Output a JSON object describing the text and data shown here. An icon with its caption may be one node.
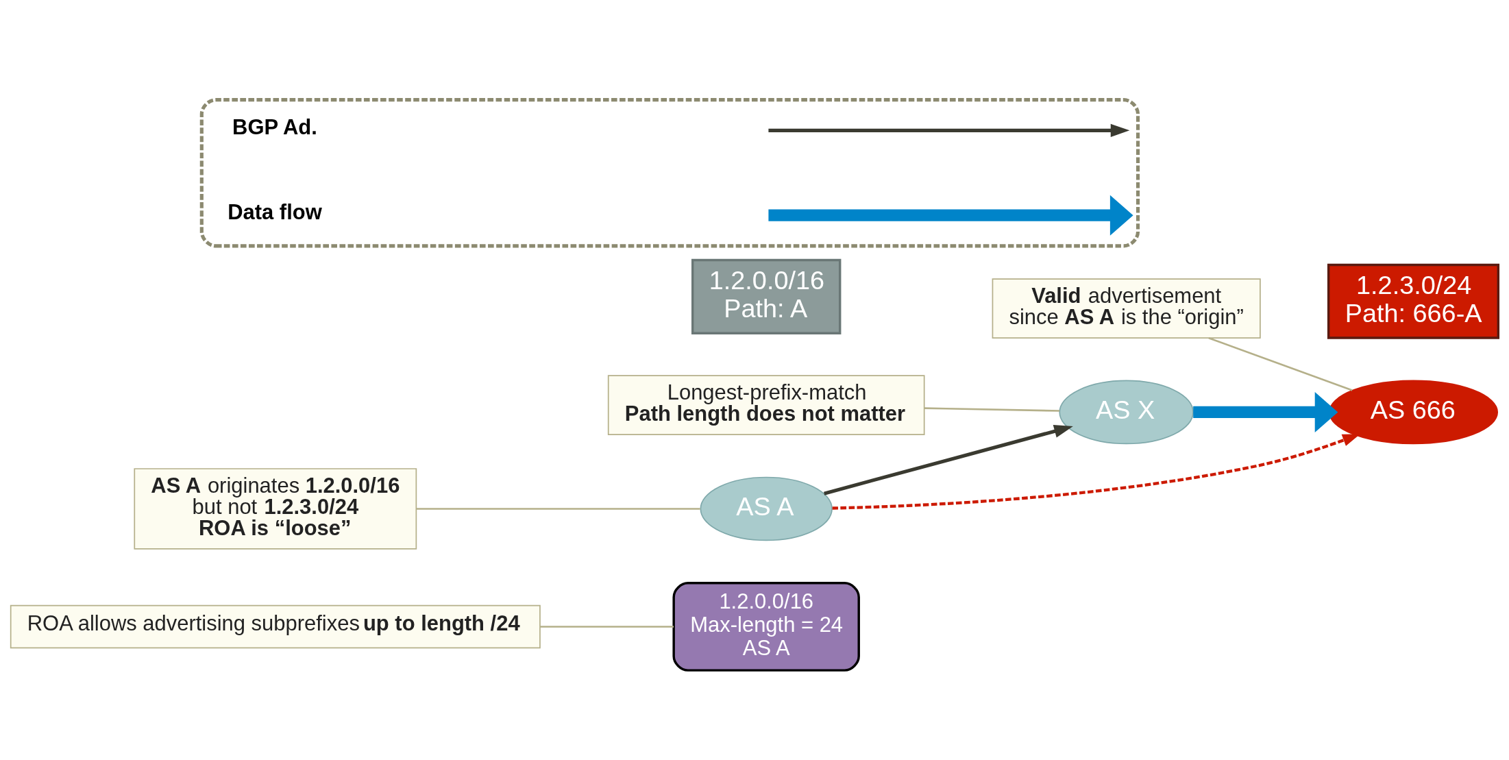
{
  "diagram": {
    "nodes": [
      {
        "text": [
          "1.2.0.0/16",
          "Max-length = 24",
          "AS A"
        ]
      },
      {
        "text": [
          "ROA allows advertising subprefixes **up to length /24**"
        ]
      },
      {
        "text": [
          "AS A"
        ]
      },
      {
        "text": [
          "1.2.0.0/16",
          "Path: A"
        ]
      },
      {
        "text": [
          "**AS A** originates **1.2.0.0/16**",
          "but not **1.2.3.0/24**",
          "**ROA is “loose”**"
        ]
      },
      {
        "text": [
          "AS X"
        ]
      },
      {
        "text": [
          "Longest-prefix-match",
          "**Path length does not matter**"
        ]
      },
      {
        "text": [
          "AS 666"
        ]
      },
      {
        "text": [
          "1.2.3.0/24",
          "Path: 666-A"
        ]
      },
      {
        "text": [
          "**Valid** advertisement",
          "since **AS A** is the “origin”"
        ]
      },
      {
        "text": [],
        "shape": "box"
      }
    ],
    "edges": [
      {
        "from": 1,
        "to": 0,
        "arrow": "none"
      },
      {
        "from": 4,
        "to": 2,
        "arrow": "none"
      },
      {
        "from": 6,
        "to": 5,
        "arrow": "none"
      },
      {
        "from": 9,
        "to": 7,
        "arrow": "none"
      },
      {
        "from": 2,
        "to": 5,
        "arrow": "to",
        "color": "#3a3a30"
      },
      {
        "from": 5,
        "to": 7,
        "arrow": "to",
        "style": "thick",
        "color": "#0084c9"
      },
      {
        "from": 2,
        "to": 7,
        "arrow": "to",
        "style": "dashed",
        "color": "#cc1a00"
      }
    ],
    "legend": [
      {
        "text": "BGP Ad."
      },
      {
        "text": "Data flow"
      }
    ]
  }
}
